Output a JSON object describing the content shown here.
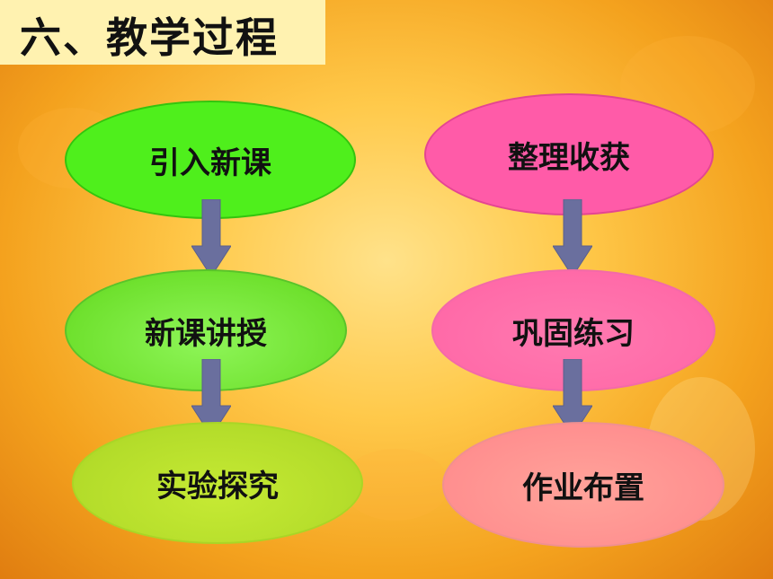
{
  "slide": {
    "title": "六、教学过程"
  },
  "flow": {
    "left": [
      "引入新课",
      "新课讲授",
      "实验探究"
    ],
    "right": [
      "整理收获",
      "巩固练习",
      "作业布置"
    ]
  },
  "colors": {
    "left_top": "#4fef1c",
    "left_middle": "#7be73a",
    "left_bottom": "#b8e02e",
    "right_top": "#ff5ba8",
    "right_middle": "#ff6fa9",
    "right_bottom": "#ff9a94",
    "arrow": "#6a6f9e",
    "title_bg": "#fff2b0"
  }
}
